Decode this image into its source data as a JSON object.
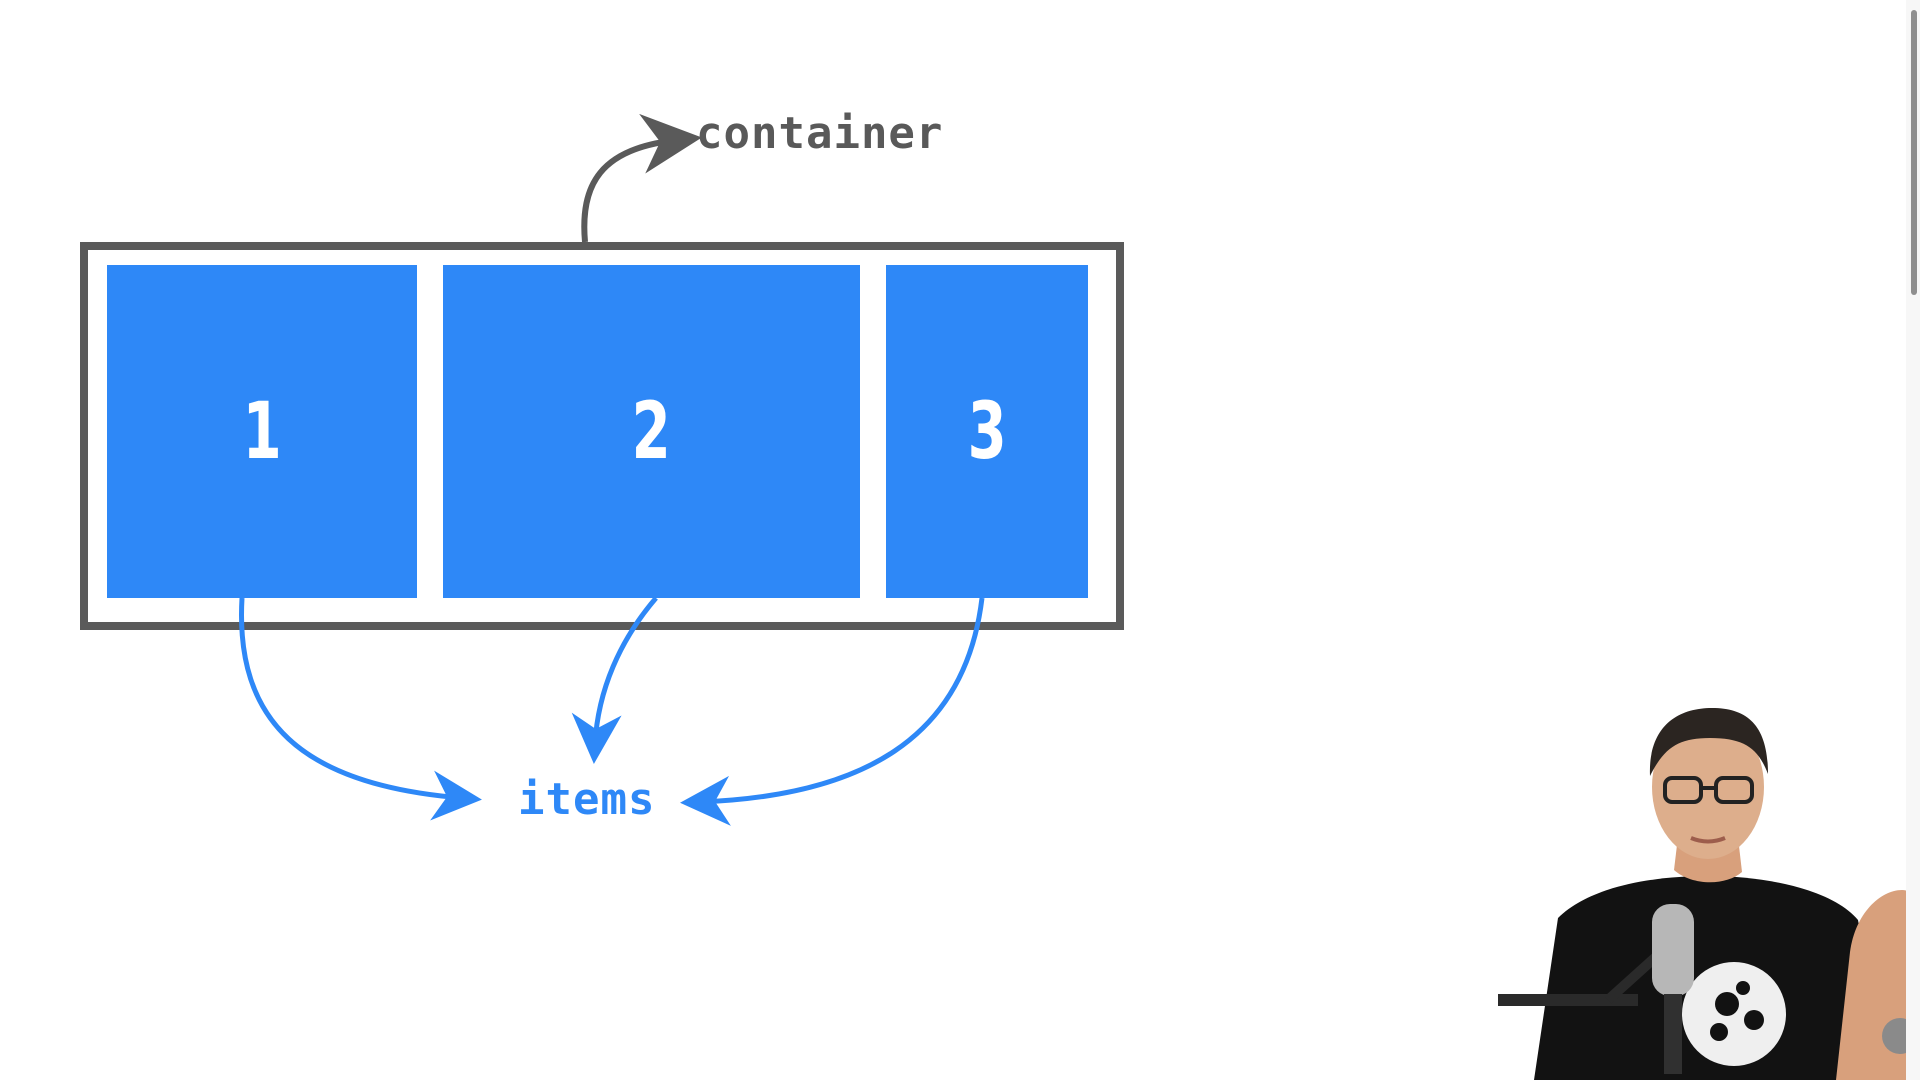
{
  "diagram": {
    "container_label": "container",
    "items_label": "items",
    "items": [
      {
        "number": "1"
      },
      {
        "number": "2"
      },
      {
        "number": "3"
      }
    ]
  },
  "colors": {
    "container_border": "#5a5a5a",
    "item_fill": "#2e88f7",
    "container_label": "#595959",
    "items_label": "#2e88f7",
    "background": "#ffffff"
  },
  "icons": {
    "container_arrow": "curved-arrow-icon",
    "item_arrows": "curved-arrow-icon"
  },
  "webcam": {
    "content": "presenter-video-feed"
  }
}
